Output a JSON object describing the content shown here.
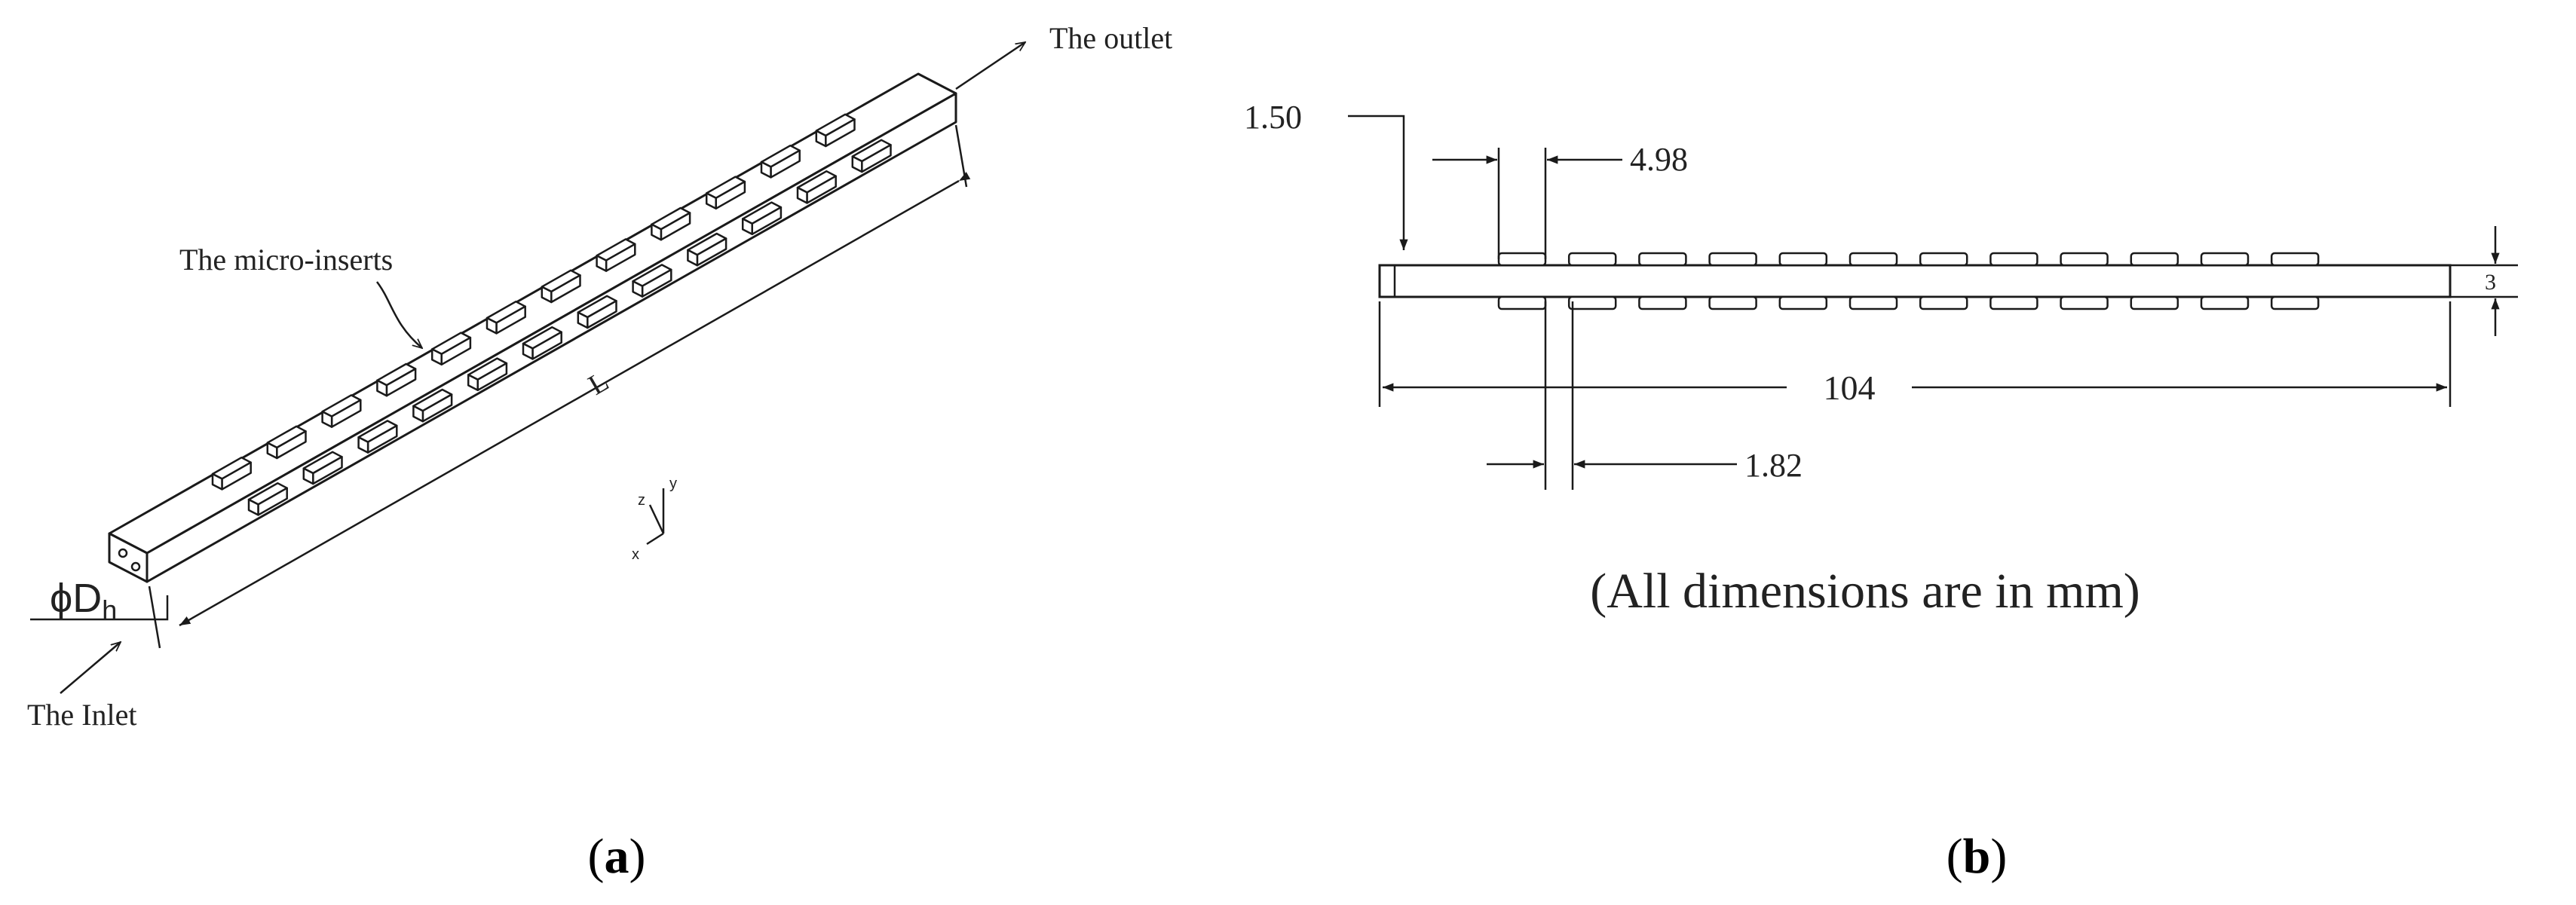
{
  "panel_a": {
    "caption_open": "(",
    "caption_letter": "a",
    "caption_close": ")",
    "label_outlet": "The outlet",
    "label_micro_inserts": "The micro-inserts",
    "label_inlet": "The Inlet",
    "label_length": "L",
    "label_diameter": "ϕD",
    "label_diameter_sub": "h",
    "axis_labels": {
      "x": "x",
      "y": "y",
      "z": "z"
    }
  },
  "panel_b": {
    "caption_open": "(",
    "caption_letter": "b",
    "caption_close": ")",
    "dimensions": {
      "offset": "1.50",
      "insert_length": "4.98",
      "gap": "1.82",
      "total_length": "104",
      "height": "3"
    },
    "units_note": "(All dimensions are in mm)",
    "insert_count_per_row": 12
  },
  "colors": {
    "stroke": "#1a1a1a",
    "text": "#222222",
    "background": "#ffffff"
  }
}
